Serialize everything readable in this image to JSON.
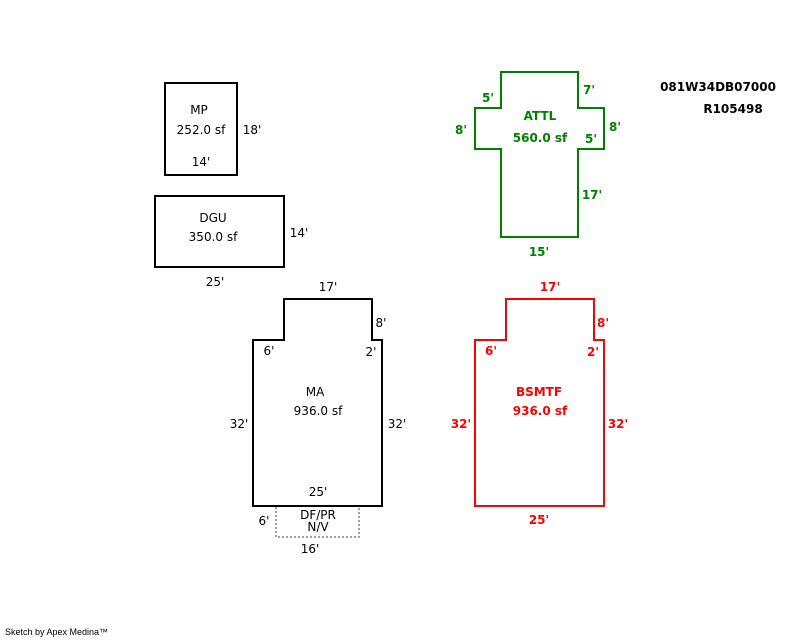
{
  "header": {
    "parcel_id": "081W34DB07000",
    "account_id": "R105498"
  },
  "areas": {
    "mp": {
      "name": "MP",
      "area": "252.0 sf",
      "dims": {
        "side": "18'",
        "bottom": "14'"
      }
    },
    "dgu": {
      "name": "DGU",
      "area": "350.0 sf",
      "dims": {
        "side": "14'",
        "bottom": "25'"
      }
    },
    "attl": {
      "name": "ATTL",
      "area": "560.0 sf",
      "color": "#008000",
      "dims": {
        "top_left": "5'",
        "left": "8'",
        "top_right": "7'",
        "right": "8'",
        "inner_right": "5'",
        "lower_right": "17'",
        "bottom": "15'"
      }
    },
    "ma": {
      "name": "MA",
      "area": "936.0 sf",
      "dims": {
        "top": "17'",
        "notch_right": "8'",
        "step_left": "6'",
        "step_right": "2'",
        "left": "32'",
        "right": "32'",
        "bottom": "25'"
      }
    },
    "dfpr": {
      "name": "DF/PR",
      "note": "N/V",
      "dims": {
        "side": "6'",
        "bottom": "16'"
      }
    },
    "bsmtf": {
      "name": "BSMTF",
      "area": "936.0 sf",
      "color": "#ff0000",
      "dims": {
        "top": "17'",
        "notch_right": "8'",
        "step_left": "6'",
        "step_right": "2'",
        "left": "32'",
        "right": "32'",
        "bottom": "25'"
      }
    }
  },
  "footer": {
    "credit": "Sketch by Apex Medina™"
  }
}
